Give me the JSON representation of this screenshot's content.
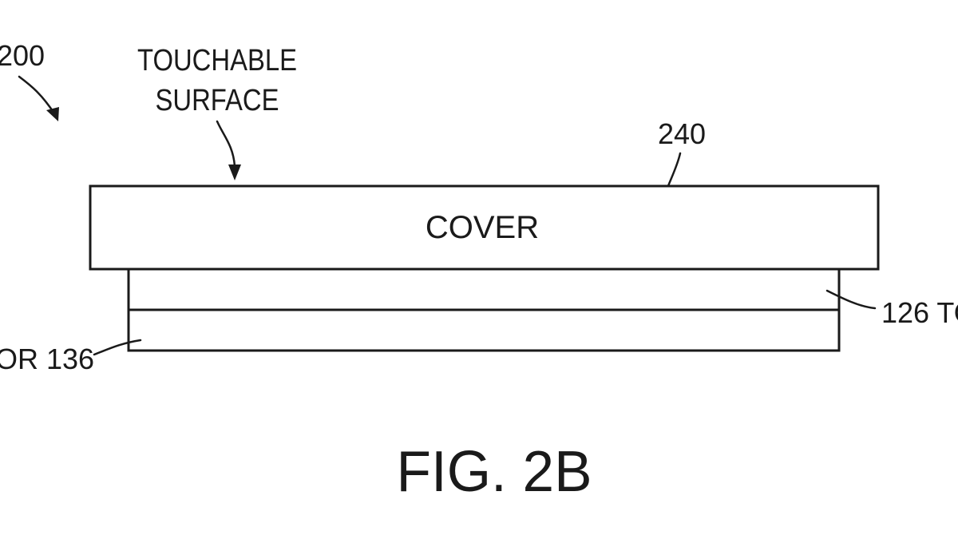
{
  "figure": {
    "ref_200": "200",
    "touchable_line1": "TOUCHABLE",
    "touchable_line2": "SURFACE",
    "ref_240": "240",
    "cover_label": "COVER",
    "right_label": "126 TO",
    "left_label": "OR 136",
    "caption": "FIG. 2B"
  },
  "colors": {
    "ink": "#1a1a1a",
    "background": "#ffffff"
  }
}
